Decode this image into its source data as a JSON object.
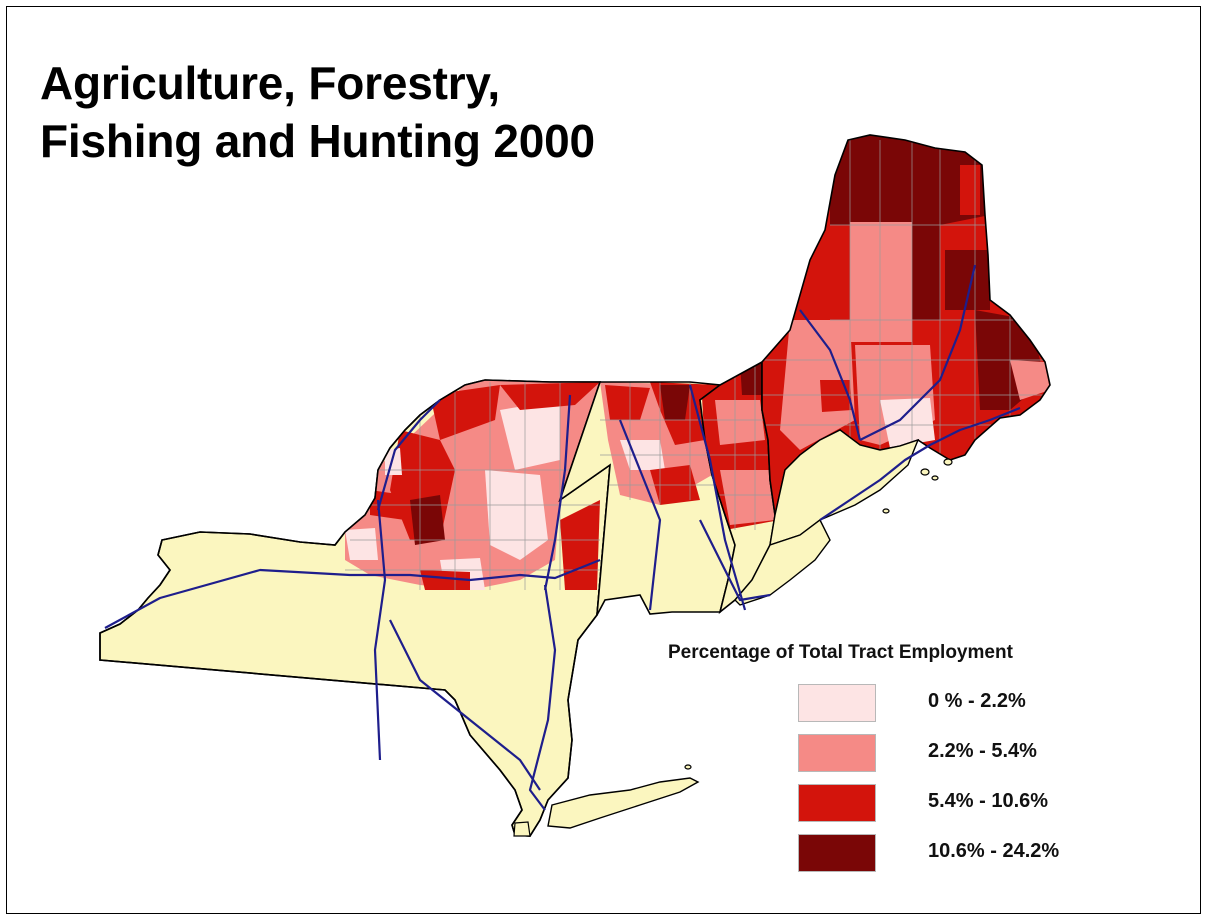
{
  "title_lines": [
    "Agriculture, Forestry,",
    "Fishing and Hunting 2000"
  ],
  "legend": {
    "title": "Percentage of Total Tract Employment",
    "classes": [
      {
        "label": "0 % - 2.2%",
        "color": "#fde4e4"
      },
      {
        "label": "2.2% - 5.4%",
        "color": "#f58a86"
      },
      {
        "label": "5.4% - 10.6%",
        "color": "#d3140c"
      },
      {
        "label": "10.6% - 24.2%",
        "color": "#7a0606"
      }
    ]
  },
  "colors": {
    "no_data_fill": "#fbf6bf",
    "boundary": "#000000",
    "highway": "#1e1e8c",
    "tract_line": "#9a9a9a"
  }
}
